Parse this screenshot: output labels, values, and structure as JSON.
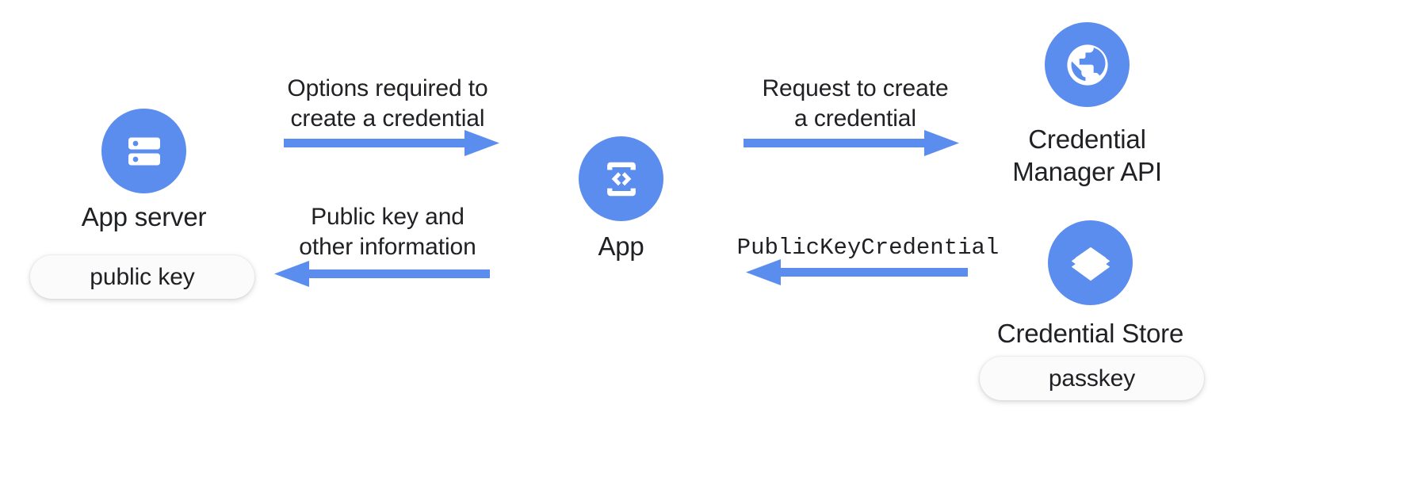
{
  "diagram": {
    "title": "Passkey creation flow between app server, app, Credential Manager API and credential store",
    "colors": {
      "brand_blue": "#5b8def",
      "arrow_blue": "#5b8def",
      "text": "#202124",
      "chip_background": "#fbfbfb",
      "page_background": "#ffffff"
    },
    "nodes": [
      {
        "id": "app-server",
        "label": "App server",
        "icon": "server-icon",
        "chip": "public key"
      },
      {
        "id": "app",
        "label": "App",
        "icon": "phone-code-icon",
        "chip": null
      },
      {
        "id": "credential-manager-api",
        "label": "Credential\nManager API",
        "icon": "globe-icon",
        "chip": null
      },
      {
        "id": "credential-store",
        "label": "Credential Store",
        "icon": "layers-icon",
        "chip": "passkey"
      }
    ],
    "arrows": [
      {
        "id": "options-required",
        "label": "Options required to\ncreate a credential",
        "direction": "right",
        "from": "app-server",
        "to": "app",
        "mono": false
      },
      {
        "id": "public-key-response",
        "label": "Public key and\nother information",
        "direction": "left",
        "from": "app",
        "to": "app-server",
        "mono": false
      },
      {
        "id": "request-to-create",
        "label": "Request to create\na credential",
        "direction": "right",
        "from": "app",
        "to": "credential-manager-api",
        "mono": false
      },
      {
        "id": "public-key-credential",
        "label": "PublicKeyCredential",
        "direction": "left",
        "from": "credential-store",
        "to": "app",
        "mono": true
      }
    ]
  }
}
